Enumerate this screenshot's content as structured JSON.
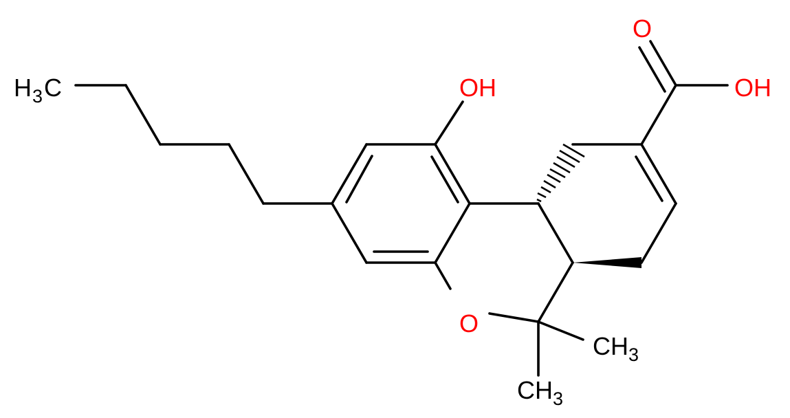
{
  "molecule": {
    "colors": {
      "bond": "#000000",
      "oxygen": "#ff0000",
      "carbon_label": "#000000"
    },
    "labels": {
      "hydroxyl": {
        "main": "OH"
      },
      "carboxyl_oxygen": {
        "main": "O"
      },
      "carboxyl_hydroxyl": {
        "main": "OH"
      },
      "ring_oxygen": {
        "main": "O"
      },
      "methyl_1": {
        "main": "CH",
        "sub": "3"
      },
      "methyl_2": {
        "main": "CH",
        "sub": "3"
      },
      "pentyl_methyl": {
        "main": "H",
        "sub": "3",
        "tail": "C"
      }
    }
  }
}
